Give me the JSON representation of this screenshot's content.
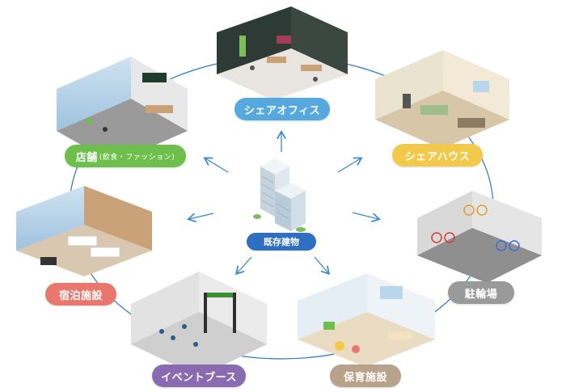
{
  "center": {
    "label": "既存建物"
  },
  "nodes": [
    {
      "id": "share-office",
      "label": "シェアオフィス",
      "sub": "",
      "color": "#56a9df"
    },
    {
      "id": "share-house",
      "label": "シェアハウス",
      "sub": "",
      "color": "#f3c94c"
    },
    {
      "id": "bicycle-parking",
      "label": "駐輪場",
      "sub": "",
      "color": "#9a9a9a"
    },
    {
      "id": "nursery",
      "label": "保育施設",
      "sub": "",
      "color": "#b9a28a"
    },
    {
      "id": "event-booth",
      "label": "イベントブース",
      "sub": "",
      "color": "#8a6ab0"
    },
    {
      "id": "lodging",
      "label": "宿泊施設",
      "sub": "",
      "color": "#e9776e"
    },
    {
      "id": "store",
      "label": "店舗",
      "sub": "(飲食・ファッション)",
      "color": "#6fbf4c"
    }
  ],
  "colors": {
    "ring": "#2f76c8",
    "arrow": "#3a87d0",
    "center": "#2f6fc1"
  }
}
